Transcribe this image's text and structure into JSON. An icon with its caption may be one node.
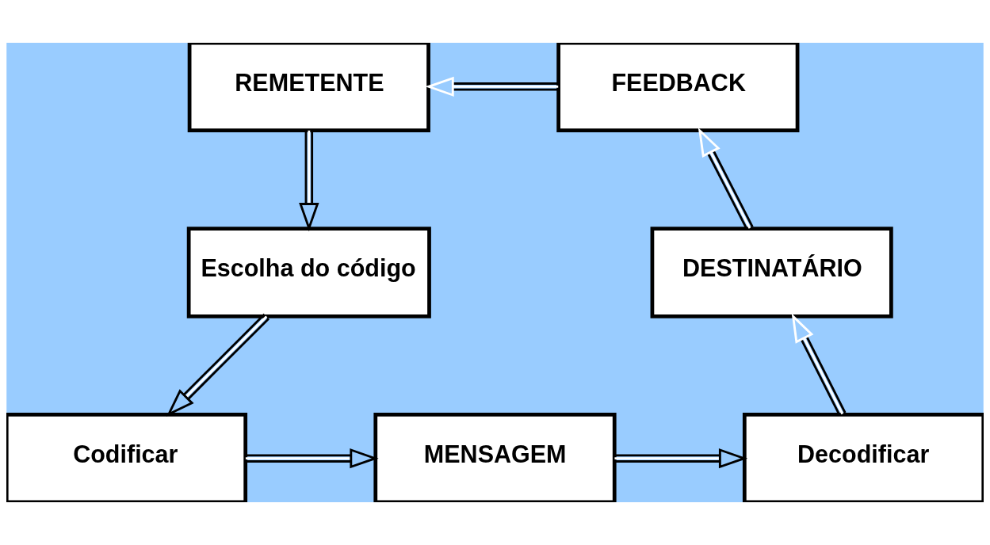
{
  "diagram": {
    "nodes": [
      {
        "text": [
          "REMETENTE"
        ]
      },
      {
        "text": [
          "Escolha do código"
        ]
      },
      {
        "text": [
          "Codificar"
        ]
      },
      {
        "text": [
          "MENSAGEM"
        ]
      },
      {
        "text": [
          "Decodificar"
        ]
      },
      {
        "text": [
          "DESTINATÁRIO"
        ]
      },
      {
        "text": [
          "FEEDBACK"
        ]
      }
    ],
    "edges": [
      {
        "from": 0,
        "to": 1,
        "arrow": "to"
      },
      {
        "from": 1,
        "to": 2,
        "arrow": "to"
      },
      {
        "from": 2,
        "to": 3,
        "arrow": "to"
      },
      {
        "from": 3,
        "to": 4,
        "arrow": "to"
      },
      {
        "from": 4,
        "to": 5,
        "arrow": "to"
      },
      {
        "from": 5,
        "to": 6,
        "arrow": "to"
      },
      {
        "from": 6,
        "to": 0,
        "arrow": "to"
      }
    ]
  }
}
